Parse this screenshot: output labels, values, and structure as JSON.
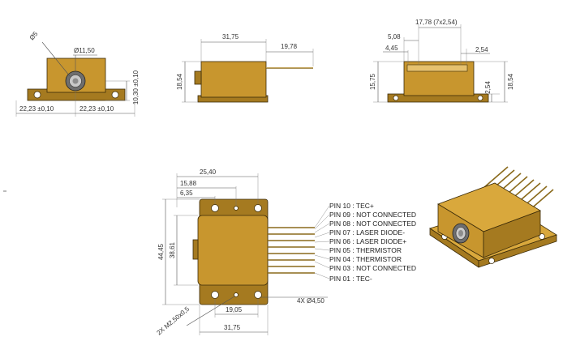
{
  "colors": {
    "body": "#c8962e",
    "body_dark": "#a57a20",
    "body_light": "#d9a83c",
    "outline": "#3a2a08",
    "dimension": "#555555"
  },
  "front_view": {
    "dia_small": "Ø5",
    "dia_window": "Ø11,50",
    "height_offset": "10,30 ±0,10",
    "width_left": "22,23 ±0,10",
    "width_right": "22,23 ±0,10"
  },
  "side_view": {
    "length": "31,75",
    "lead_length": "19,78",
    "height": "18,54"
  },
  "end_view": {
    "pin_pitch": "17,78 (7x2,54)",
    "offset_a": "5,08",
    "offset_b": "4,45",
    "pitch": "2,54",
    "height_left": "15,75",
    "height_bottom": "2,54",
    "height_total": "18,54"
  },
  "top_view": {
    "dim_25_40": "25,40",
    "dim_15_88": "15,88",
    "dim_6_35": "6,35",
    "dim_44_45": "44,45",
    "dim_38_61": "38,61",
    "dim_19_05": "19,05",
    "dim_31_75": "31,75",
    "hole_callout": "4X Ø4,50",
    "thread_callout": "2X M2,50x0,5"
  },
  "pins": [
    "PIN 10 : TEC+",
    "PIN 09 : NOT CONNECTED",
    "PIN 08 : NOT CONNECTED",
    "PIN 07 : LASER DIODE-",
    "PIN 06 : LASER DIODE+",
    "PIN 05 : THERMISTOR",
    "PIN 04 : THERMISTOR",
    "PIN 03 : NOT CONNECTED",
    "PIN 01 : TEC-"
  ]
}
